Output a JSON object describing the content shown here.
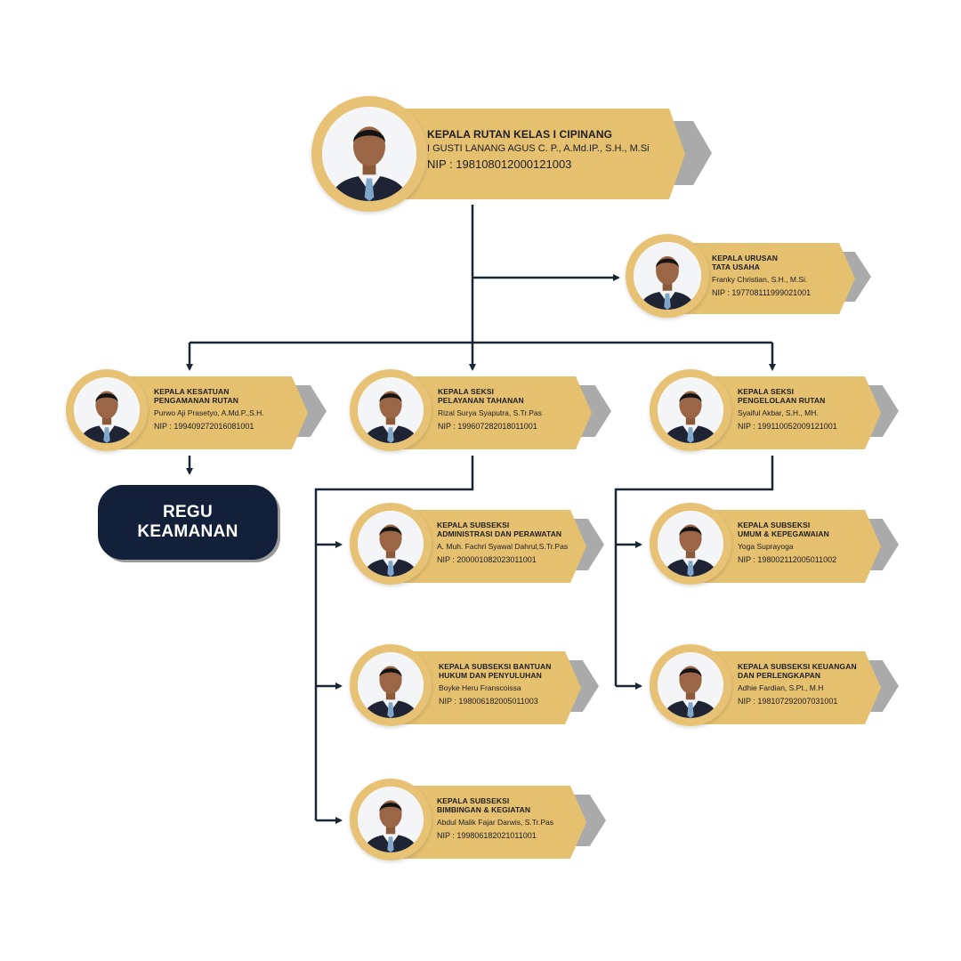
{
  "colors": {
    "card": "#e5c06f",
    "card_shadow": "#aaaaaa",
    "connector": "#1a2535",
    "badge": "#12203a"
  },
  "head": {
    "title": [
      "KEPALA RUTAN KELAS I CIPINANG"
    ],
    "name": "I GUSTI LANANG AGUS C. P., A.Md.IP., S.H., M.Si",
    "nip": "NIP : 198108012000121003"
  },
  "tata_usaha": {
    "title": [
      "KEPALA URUSAN",
      "TATA USAHA"
    ],
    "name": "Franky Christian, S.H., M.Si.",
    "nip": "NIP : 197708111999021001"
  },
  "kpr": {
    "title": [
      "KEPALA KESATUAN",
      "PENGAMANAN RUTAN"
    ],
    "name": "Purwo Aji Prasetyo, A.Md.P.,S.H.",
    "nip": "NIP : 199409272016081001"
  },
  "pelayanan": {
    "title": [
      "KEPALA SEKSI",
      "PELAYANAN TAHANAN"
    ],
    "name": "Rizal Surya Syaputra, S.Tr.Pas",
    "nip": "NIP : 199607282018011001"
  },
  "pengelolaan": {
    "title": [
      "KEPALA SEKSI",
      "PENGELOLAAN RUTAN"
    ],
    "name": "Syaiful Akbar, S.H., MH.",
    "nip": "NIP : 199110052009121001"
  },
  "administrasi": {
    "title": [
      "KEPALA SUBSEKSI",
      "ADMINISTRASI DAN PERAWATAN"
    ],
    "name": "A. Muh. Fachri Syawal Dahrul,S.Tr.Pas",
    "nip": "NIP : 200001082023011001"
  },
  "bantuan_hukum": {
    "title": [
      "KEPALA SUBSEKSI BANTUAN",
      "HUKUM DAN PENYULUHAN"
    ],
    "name": "Boyke Heru Franscoissa",
    "nip": "NIP : 198006182005011003"
  },
  "bimbingan": {
    "title": [
      "KEPALA SUBSEKSI",
      "BIMBINGAN & KEGIATAN"
    ],
    "name": "Abdul Malik Fajar Darwis, S.Tr.Pas",
    "nip": "NIP : 199806182021011001"
  },
  "umum": {
    "title": [
      "KEPALA SUBSEKSI",
      "UMUM & KEPEGAWAIAN"
    ],
    "name": "Yoga Suprayoga",
    "nip": "NIP : 198002112005011002"
  },
  "keuangan": {
    "title": [
      "KEPALA SUBSEKSI KEUANGAN",
      "DAN PERLENGKAPAN"
    ],
    "name": "Adhie Fardian, S.Pt., M.H",
    "nip": "NIP : 198107292007031001"
  },
  "regu": {
    "label": "REGU\nKEAMANAN"
  }
}
